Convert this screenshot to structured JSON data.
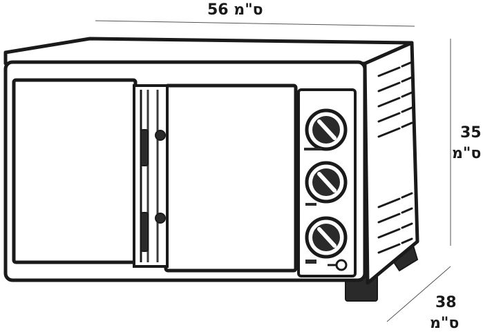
{
  "dimensions": {
    "width": "56 ס\"מ",
    "height_value": "35",
    "height_unit": "ס\"מ",
    "depth_value": "38",
    "depth_unit": "ס\"מ"
  },
  "colors": {
    "line": "#1a1a1a",
    "fill": "#ffffff",
    "shade": "#3a3a3a"
  }
}
